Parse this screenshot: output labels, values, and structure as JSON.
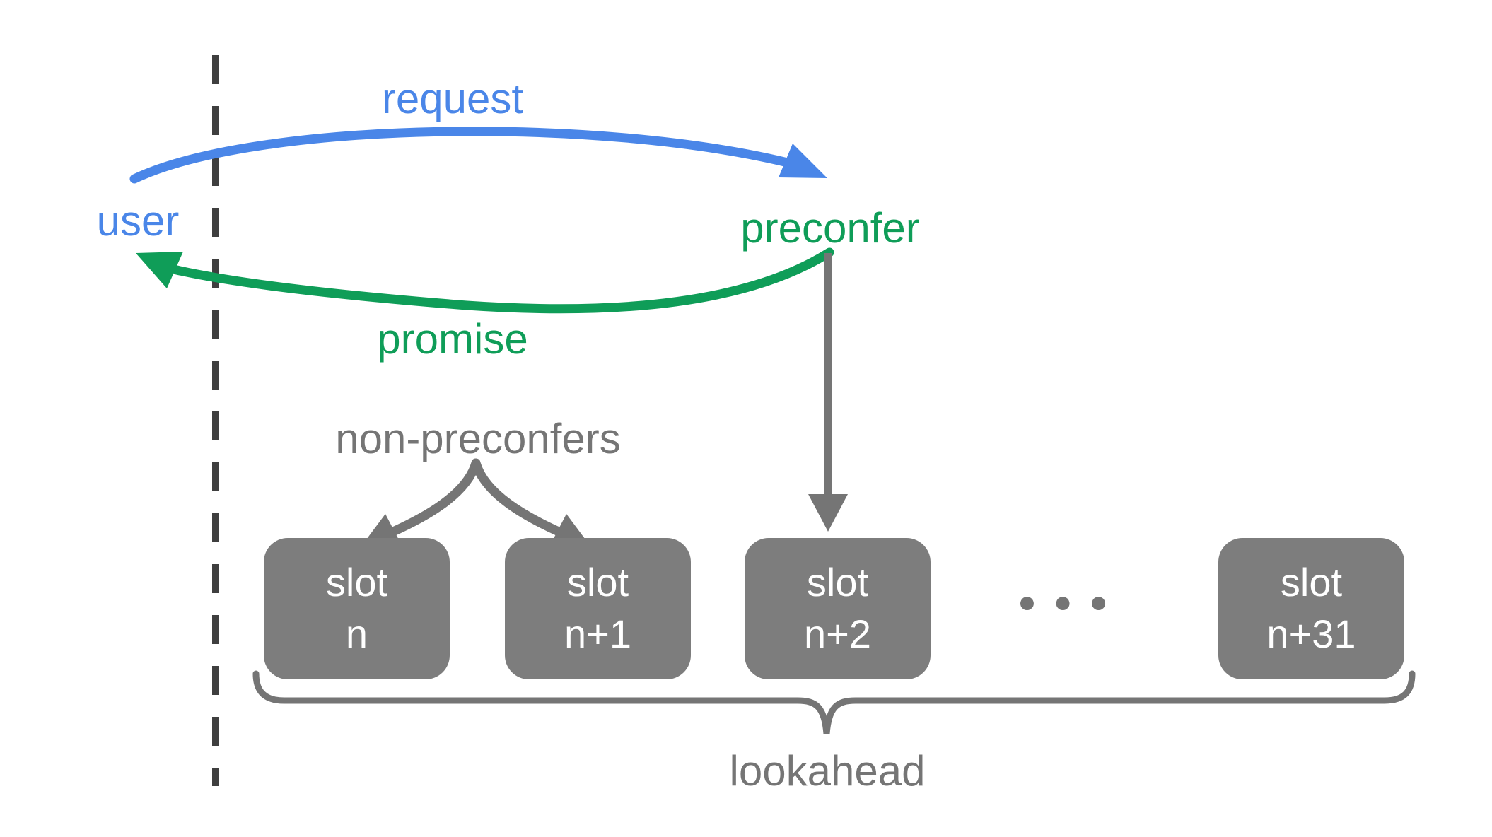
{
  "diagram": {
    "labels": {
      "request": "request",
      "user": "user",
      "preconfer": "preconfer",
      "promise": "promise",
      "non_preconfers": "non-preconfers",
      "lookahead": "lookahead"
    },
    "slots": [
      {
        "line1": "slot",
        "line2": "n"
      },
      {
        "line1": "slot",
        "line2": "n+1"
      },
      {
        "line1": "slot",
        "line2": "n+2"
      },
      {
        "line1": "slot",
        "line2": "n+31"
      }
    ],
    "ellipsis": "●●●",
    "arrows": {
      "request": {
        "from": "user",
        "to": "preconfer"
      },
      "promise": {
        "from": "preconfer",
        "to": "user"
      },
      "non_preconfers_targets": [
        "slot n",
        "slot n+1"
      ],
      "preconfer_target": "slot n+2"
    },
    "colors": {
      "background": "#ffffff",
      "blue": "#4a86e8",
      "green": "#0f9d58",
      "gray": "#757575",
      "box_gray": "#7d7d7d",
      "dash_gray": "#3f3f3f",
      "slot_text": "#ffffff"
    }
  }
}
